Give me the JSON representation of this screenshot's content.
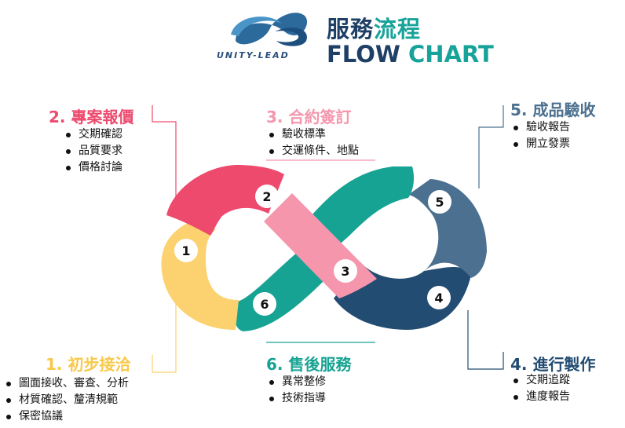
{
  "header": {
    "title_cn_part1": "服務",
    "title_cn_part2": "流程",
    "title_en_part1": "FLOW",
    "title_en_part2": "CHART",
    "brand": "UNITY-LEAD"
  },
  "steps": [
    {
      "number": "1",
      "title": "1. 初步接洽",
      "items": [
        "圖面接收、審查、分析",
        "材質確認、釐清規範",
        "保密協議"
      ],
      "color": "#fcd16f"
    },
    {
      "number": "2",
      "title": "2. 專案報價",
      "items": [
        "交期確認",
        "品質要求",
        "價格討論"
      ],
      "color": "#ee4a6e"
    },
    {
      "number": "3",
      "title": "3. 合約簽訂",
      "items": [
        "驗收標準",
        "交運條件、地點"
      ],
      "color": "#f596ad"
    },
    {
      "number": "4",
      "title": "4. 進行製作",
      "items": [
        "交期追蹤",
        "進度報告"
      ],
      "color": "#234c72"
    },
    {
      "number": "5",
      "title": "5. 成品驗收",
      "items": [
        "驗收報告",
        "開立發票"
      ],
      "color": "#4b7090"
    },
    {
      "number": "6",
      "title": "6. 售後服務",
      "items": [
        "異常整修",
        "技術指導"
      ],
      "color": "#17a393"
    }
  ]
}
